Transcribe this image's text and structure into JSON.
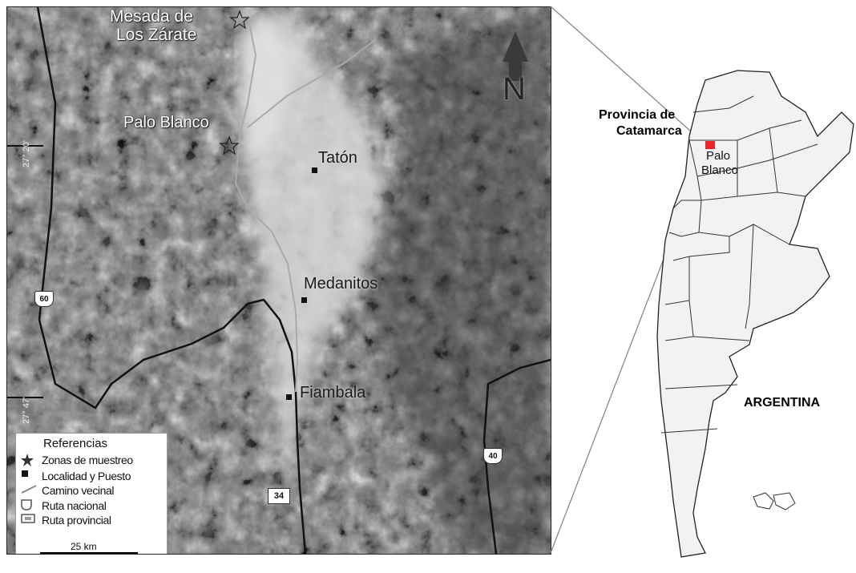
{
  "places": {
    "mesada": "Mesada de\nLos Zárate",
    "mesada_l1": "Mesada de",
    "mesada_l2": "Los Zárate",
    "palo_blanco": "Palo Blanco",
    "taton": "Tatón",
    "medanitos": "Medanitos",
    "fiambala": "Fiambala"
  },
  "latitudes": [
    "27° 20'",
    "27° 47'"
  ],
  "routes": {
    "r60": "60",
    "r40": "40",
    "r34": "34"
  },
  "north_label": "N",
  "legend": {
    "title": "Referencias",
    "items": [
      {
        "label": "Zonas de muestreo",
        "icon": "star-icon"
      },
      {
        "label": "Localidad y Puesto",
        "icon": "square-icon"
      },
      {
        "label": "Camino vecinal",
        "icon": "road-line-icon"
      },
      {
        "label": "Ruta nacional",
        "icon": "national-route-shield-icon"
      },
      {
        "label": "Ruta provincial",
        "icon": "provincial-route-shield-icon"
      }
    ],
    "scale": "25 km"
  },
  "inset": {
    "province": "Provincia de\nCatamarca",
    "province_l1": "Provincia de",
    "province_l2": "Catamarca",
    "site_l1": "Palo",
    "site_l2": "Blanco",
    "country": "ARGENTINA"
  },
  "colors": {
    "highlight": "#e8262b",
    "satellite": "#707070",
    "road": "#111111"
  }
}
